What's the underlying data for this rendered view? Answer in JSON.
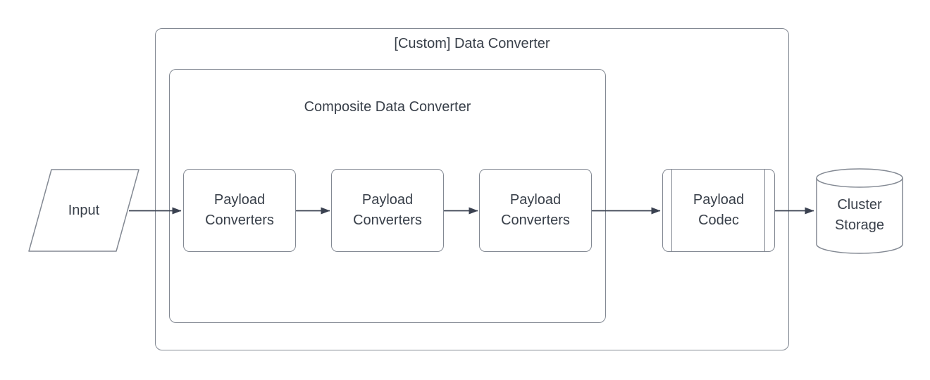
{
  "title": "[Custom] Data Converter architecture diagram",
  "colors": {
    "background": "#ffffff",
    "shape_fill": "#ffffff",
    "border_color": "#838993",
    "arrow_color": "#3a4150",
    "text_color": "#39404a"
  },
  "containers": {
    "outer": {
      "label": "[Custom] Data Converter"
    },
    "inner": {
      "label": "Composite Data Converter"
    }
  },
  "nodes": {
    "input": {
      "label": "Input",
      "shape": "parallelogram"
    },
    "converters": [
      {
        "label": "Payload Converters",
        "shape": "rounded-rectangle"
      },
      {
        "label": "Payload Converters",
        "shape": "rounded-rectangle"
      },
      {
        "label": "Payload Converters",
        "shape": "rounded-rectangle"
      }
    ],
    "codec": {
      "label": "Payload Codec",
      "shape": "predefined-process"
    },
    "storage": {
      "label": "Cluster Storage",
      "shape": "cylinder"
    }
  },
  "edges": [
    {
      "from": "input",
      "to": "payload-converters-1"
    },
    {
      "from": "payload-converters-1",
      "to": "payload-converters-2"
    },
    {
      "from": "payload-converters-2",
      "to": "payload-converters-3"
    },
    {
      "from": "payload-converters-3",
      "to": "payload-codec"
    },
    {
      "from": "payload-codec",
      "to": "cluster-storage"
    }
  ]
}
